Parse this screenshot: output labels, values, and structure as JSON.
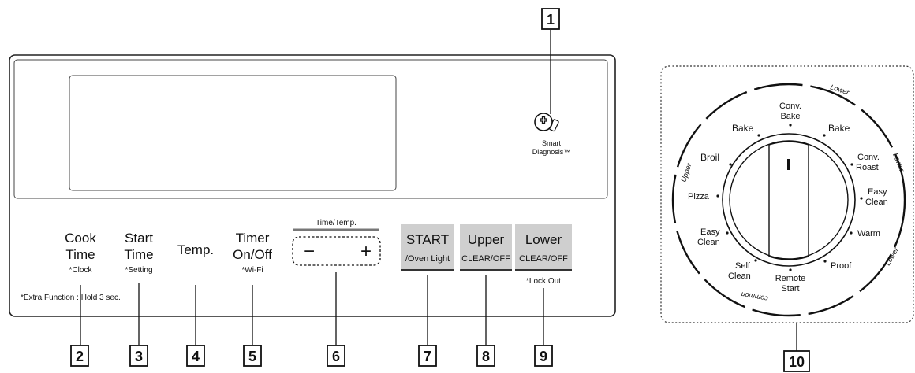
{
  "callouts": [
    "1",
    "2",
    "3",
    "4",
    "5",
    "6",
    "7",
    "8",
    "9",
    "10"
  ],
  "smart_diagnosis": {
    "line1": "Smart",
    "line2": "Diagnosis™"
  },
  "keys": {
    "cook_time": {
      "line1": "Cook",
      "line2": "Time",
      "sub": "*Clock"
    },
    "start_time": {
      "line1": "Start",
      "line2": "Time",
      "sub": "*Setting"
    },
    "temp": {
      "label": "Temp."
    },
    "timer": {
      "line1": "Timer",
      "line2": "On/Off",
      "sub": "*Wi-Fi"
    },
    "time_temp": {
      "label": "Time/Temp.",
      "minus": "−",
      "plus": "+"
    },
    "start": {
      "line1": "START",
      "line2": "/Oven Light"
    },
    "upper": {
      "line1": "Upper",
      "line2": "CLEAR/OFF"
    },
    "lower": {
      "line1": "Lower",
      "line2": "CLEAR/OFF",
      "sub": "*Lock Out"
    }
  },
  "extra_function": "*Extra Function : Hold 3 sec.",
  "dial": {
    "arc_labels": {
      "upper": "Upper",
      "lower_top": "Lower",
      "lower_right": "Lower",
      "lower_bottom": "Lower",
      "common": "common"
    },
    "modes": {
      "conv_bake": [
        "Conv.",
        "Bake"
      ],
      "bake_left": [
        "Bake"
      ],
      "bake_right": [
        "Bake"
      ],
      "broil": [
        "Broil"
      ],
      "conv_roast": [
        "Conv.",
        "Roast"
      ],
      "pizza": [
        "Pizza"
      ],
      "easy_clean_right": [
        "Easy",
        "Clean"
      ],
      "easy_clean_left": [
        "Easy",
        "Clean"
      ],
      "warm": [
        "Warm"
      ],
      "self_clean": [
        "Self",
        "Clean"
      ],
      "remote_start": [
        "Remote",
        "Start"
      ],
      "proof": [
        "Proof"
      ]
    }
  },
  "colors": {
    "line": "#222222",
    "key_fill": "#cfcfcf",
    "key_bar": "#333333"
  }
}
